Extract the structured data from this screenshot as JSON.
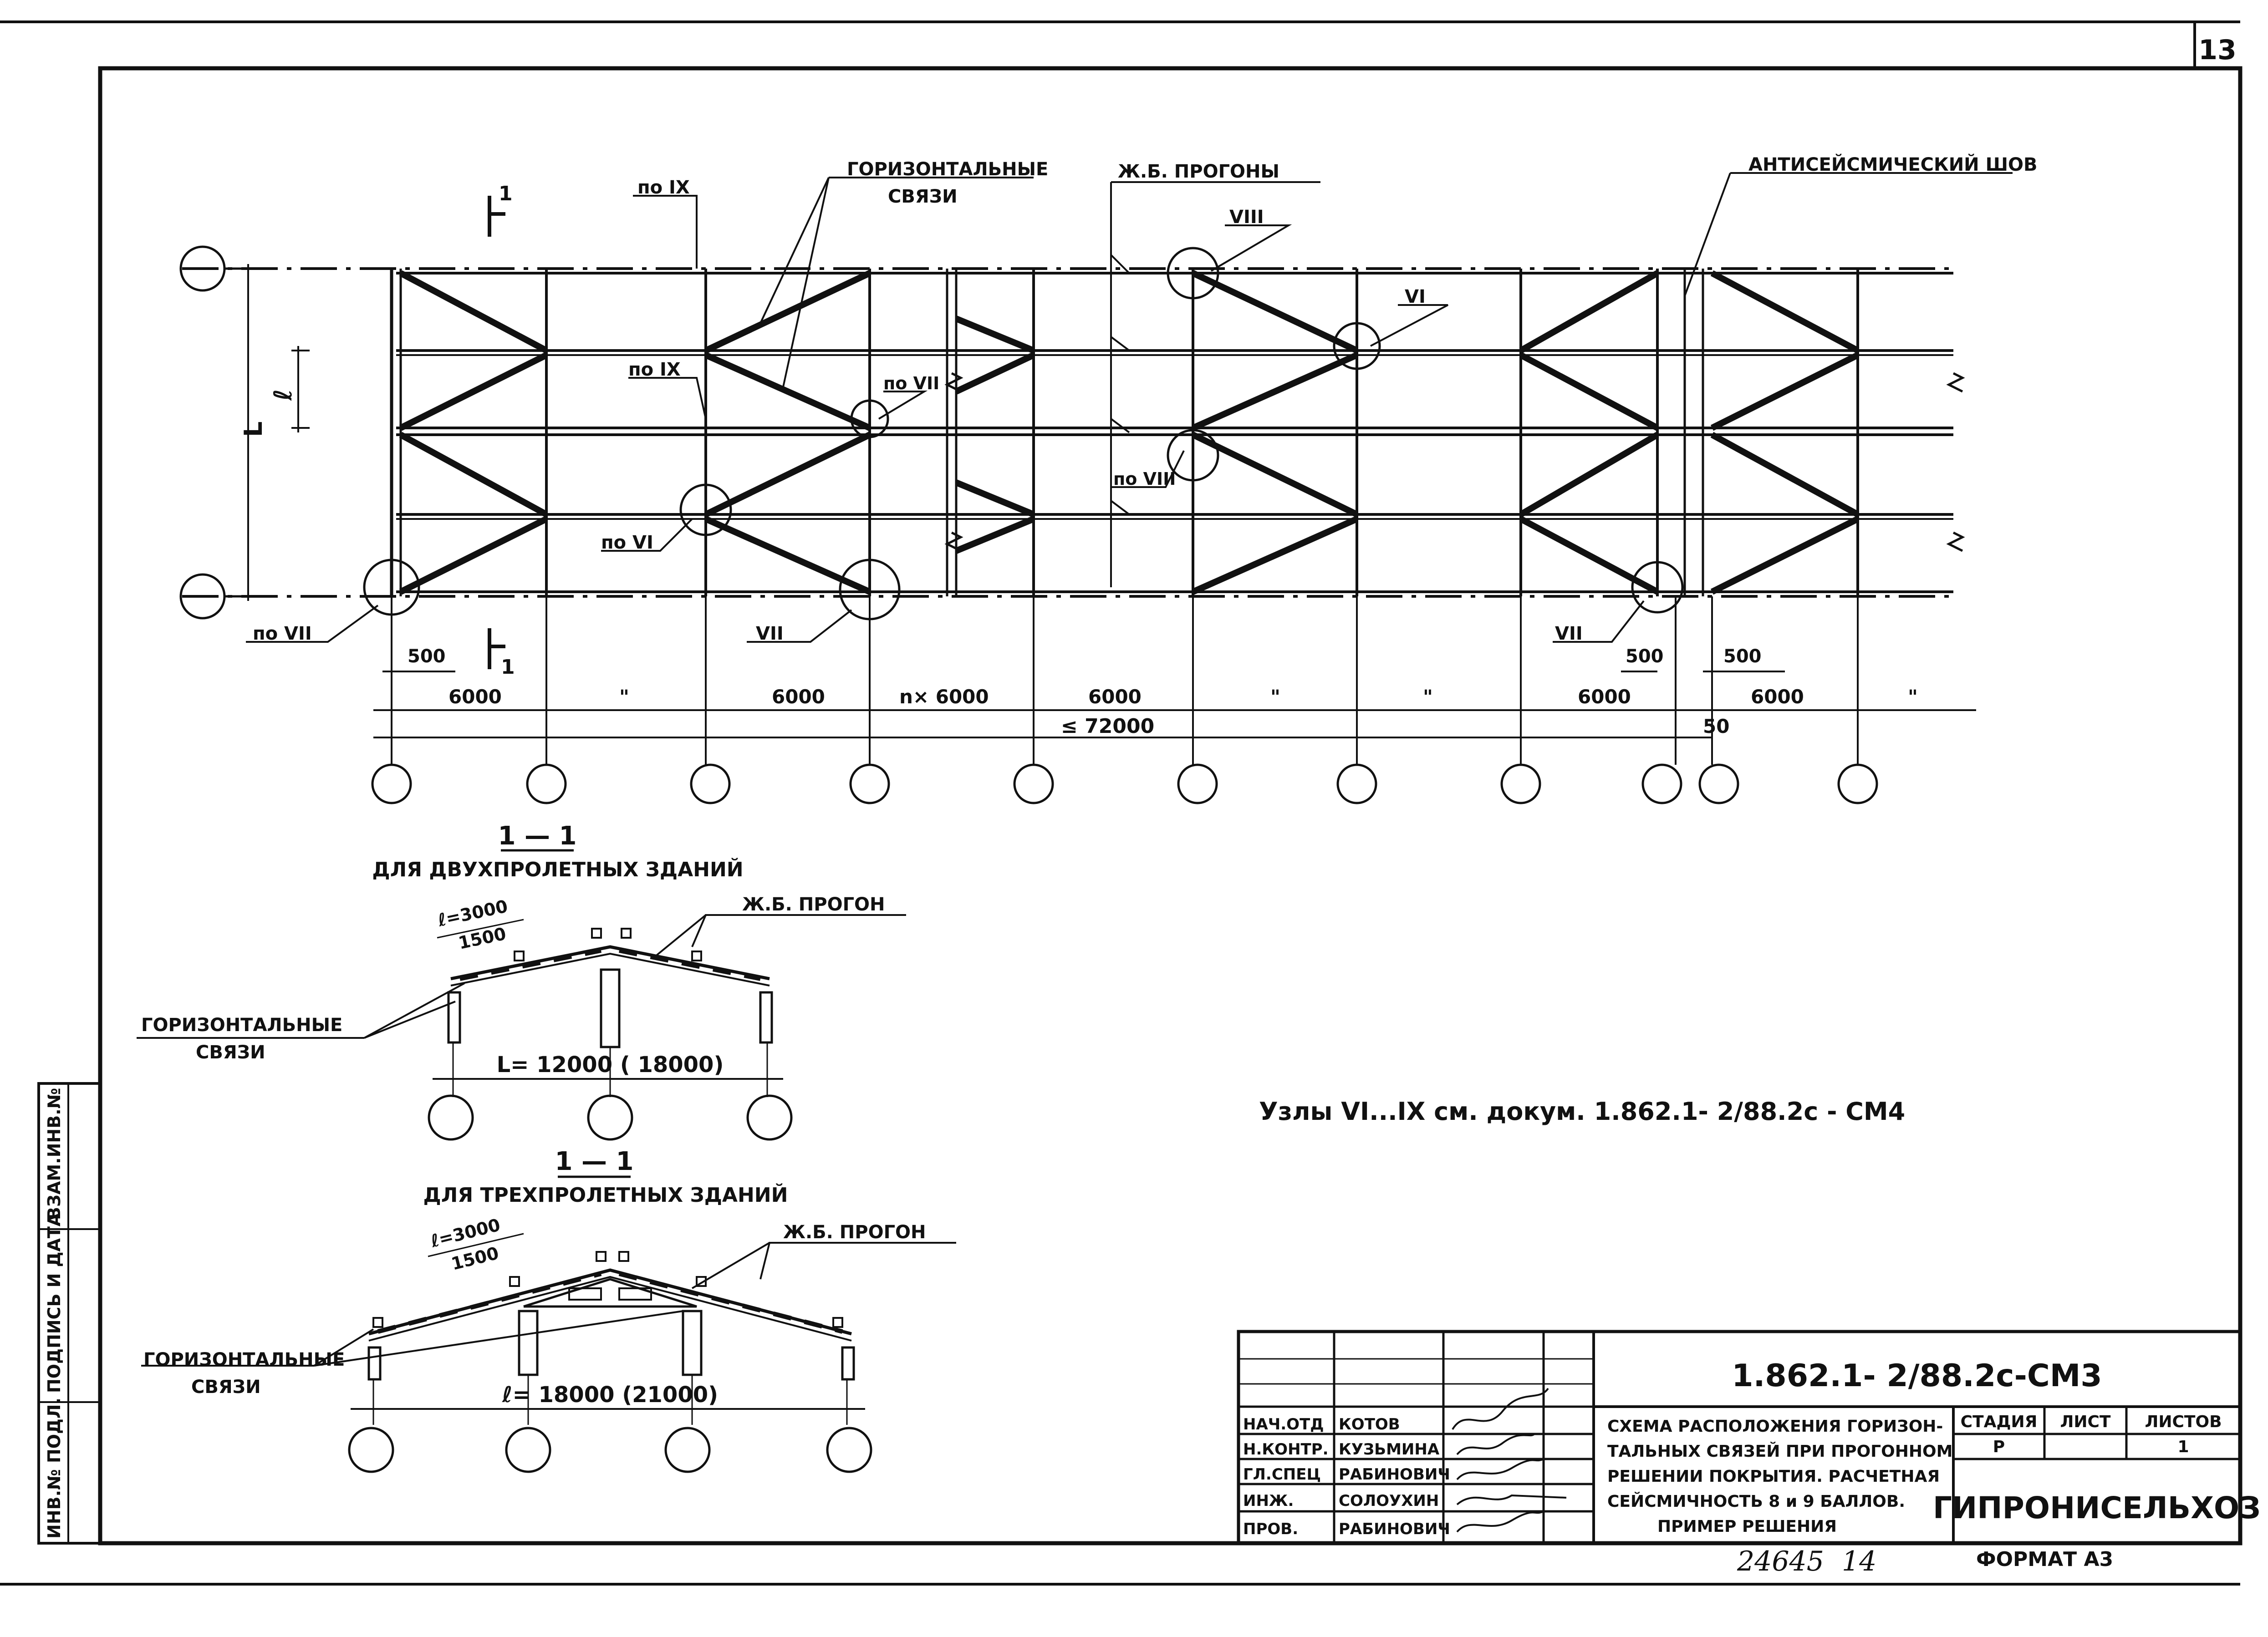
{
  "sheet": {
    "number": "13",
    "format": "ФОРМАТ А3",
    "inventory": "24645",
    "inventory_page": "14"
  },
  "left_strip": {
    "inv_podl": "ИНВ.№ ПОДЛ.",
    "signature_date": "ПОДПИСЬ И ДАТА",
    "vzam_inv": "ВЗАМ.ИНВ.№"
  },
  "plan": {
    "label_gorizontalnye": "ГОРИЗОНТАЛЬНЫЕ",
    "label_svyazi": "СВЯЗИ",
    "label_progony": "Ж.Б. ПРОГОНЫ",
    "label_antiseismic": "АНТИСЕЙСМИЧЕСКИЙ ШОВ",
    "section_mark": "1",
    "span_L": "L",
    "span_l": "ℓ",
    "ref_po_IX": "по IX",
    "ref_po_VII": "по VII",
    "ref_po_VI": "по VI",
    "ref_po_VIII": "по VIII",
    "ref_node_VIII": "VIII",
    "ref_node_VI": "VI",
    "ref_node_VII": "VII",
    "dim_500": "500",
    "dim_6000": "6000",
    "dim_ditto": "\"",
    "dim_n6000": "n× 6000",
    "dim_72000": "≤ 72000",
    "dim_50": "50"
  },
  "section_two_span": {
    "title_mark": "1 — 1",
    "title": "ДЛЯ ДВУХПРОЛЕТНЫХ ЗДАНИЙ",
    "dim_l3000": "ℓ=3000",
    "dim_1500": "1500",
    "label_progon": "Ж.Б. ПРОГОН",
    "label_gorizontalnye": "ГОРИЗОНТАЛЬНЫЕ",
    "label_svyazi": "СВЯЗИ",
    "dim_span": "L= 12000 ( 18000)"
  },
  "section_three_span": {
    "title_mark": "1 — 1",
    "title": "ДЛЯ ТРЕХПРОЛЕТНЫХ ЗДАНИЙ",
    "dim_l3000": "ℓ=3000",
    "dim_1500": "1500",
    "label_progon": "Ж.Б. ПРОГОН",
    "label_gorizontalnye": "ГОРИЗОНТАЛЬНЫЕ",
    "label_svyazi": "СВЯЗИ",
    "dim_span": "ℓ= 18000 (21000)"
  },
  "note": {
    "text": "Узлы VI...IX см. докум. 1.862.1- 2/88.2с - СМ4"
  },
  "title_block": {
    "designation": "1.862.1- 2/88.2с-СМ3",
    "description": [
      "СХЕМА РАСПОЛОЖЕНИЯ ГОРИЗОН-",
      "ТАЛЬНЫХ СВЯЗЕЙ ПРИ ПРОГОННОМ",
      "РЕШЕНИИ ПОКРЫТИЯ. РАСЧЕТНАЯ",
      "СЕЙСМИЧНОСТЬ 8 и 9 БАЛЛОВ.",
      "ПРИМЕР РЕШЕНИЯ"
    ],
    "stage_header": "СТАДИЯ",
    "sheet_header": "ЛИСТ",
    "sheets_header": "ЛИСТОВ",
    "stage": "Р",
    "sheet": "",
    "sheets": "1",
    "organization": "ГИПРОНИСЕЛЬХОЗ",
    "signers": [
      {
        "role": "НАЧ.ОТД",
        "name": "КОТОВ"
      },
      {
        "role": "Н.КОНТР.",
        "name": "КУЗЬМИНА"
      },
      {
        "role": "ГЛ.СПЕЦ",
        "name": "РАБИНОВИЧ"
      },
      {
        "role": "ИНЖ.",
        "name": "СОЛОУХИН"
      },
      {
        "role": "ПРОВ.",
        "name": "РАБИНОВИЧ"
      }
    ]
  }
}
